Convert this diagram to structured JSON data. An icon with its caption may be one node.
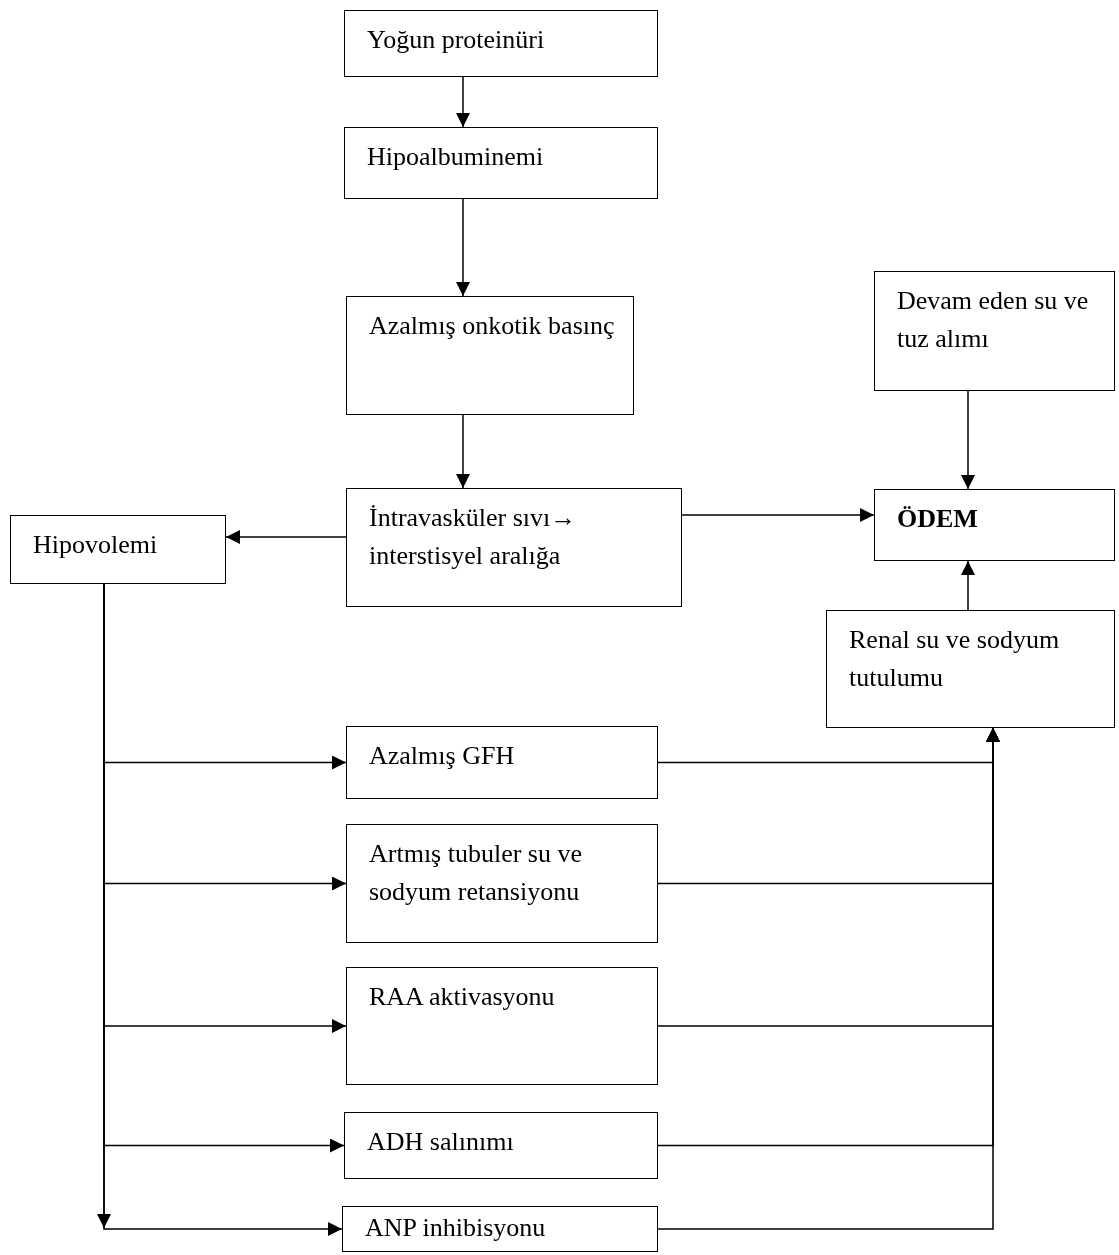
{
  "diagram": {
    "nodes": [
      {
        "text": [
          "Yoğun proteinüri"
        ]
      },
      {
        "text": [
          "Hipoalbuminemi"
        ]
      },
      {
        "text": [
          "Azalmış onkotik basınç"
        ]
      },
      {
        "text": [
          "İntravasküler sıvı→ interstisyel aralığa"
        ]
      },
      {
        "text": [
          "Hipovolemi"
        ]
      },
      {
        "text": [
          "Devam eden su ve tuz alımı"
        ]
      },
      {
        "text": [
          "ÖDEM"
        ]
      },
      {
        "text": [
          "Renal su ve sodyum tutulumu"
        ]
      },
      {
        "text": [
          "Azalmış GFH"
        ]
      },
      {
        "text": [
          "Artmış tubuler su ve sodyum retansiyonu"
        ]
      },
      {
        "text": [
          "RAA aktivasyonu"
        ]
      },
      {
        "text": [
          "ADH salınımı"
        ]
      },
      {
        "text": [
          "ANP inhibisyonu"
        ]
      }
    ],
    "edges": [
      {
        "from": 0,
        "to": 1,
        "arrow": "to"
      },
      {
        "from": 1,
        "to": 2,
        "arrow": "to"
      },
      {
        "from": 2,
        "to": 3,
        "arrow": "to"
      },
      {
        "from": 3,
        "to": 4,
        "arrow": "to"
      },
      {
        "from": 3,
        "to": 6,
        "arrow": "to"
      },
      {
        "from": 5,
        "to": 6,
        "arrow": "to"
      },
      {
        "from": 7,
        "to": 6,
        "arrow": "to"
      },
      {
        "from": 4,
        "to": null,
        "arrow": "to"
      },
      {
        "from": 4,
        "to": 8,
        "arrow": "to"
      },
      {
        "from": 4,
        "to": 9,
        "arrow": "to"
      },
      {
        "from": 4,
        "to": 10,
        "arrow": "to"
      },
      {
        "from": 4,
        "to": 11,
        "arrow": "to"
      },
      {
        "from": 4,
        "to": 12,
        "arrow": "to"
      },
      {
        "from": 8,
        "to": 7,
        "arrow": "to"
      },
      {
        "from": 9,
        "to": 7,
        "arrow": "to"
      },
      {
        "from": 10,
        "to": 7,
        "arrow": "to"
      },
      {
        "from": 11,
        "to": 7,
        "arrow": "to"
      },
      {
        "from": 12,
        "to": 7,
        "arrow": "to"
      }
    ]
  }
}
